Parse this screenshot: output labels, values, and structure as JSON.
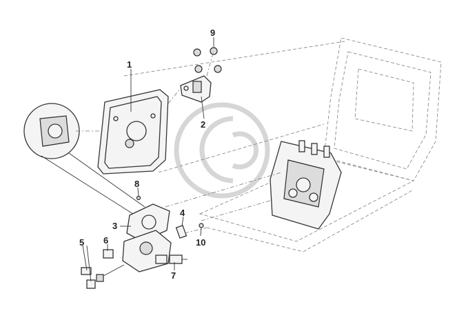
{
  "diagram": {
    "callouts": [
      {
        "id": "c1",
        "label": "1"
      },
      {
        "id": "c2",
        "label": "2"
      },
      {
        "id": "c3",
        "label": "3"
      },
      {
        "id": "c4",
        "label": "4"
      },
      {
        "id": "c5",
        "label": "5"
      },
      {
        "id": "c6",
        "label": "6"
      },
      {
        "id": "c7",
        "label": "7"
      },
      {
        "id": "c8",
        "label": "8"
      },
      {
        "id": "c9",
        "label": "9"
      },
      {
        "id": "c10",
        "label": "10"
      }
    ],
    "colors": {
      "line": "#333333",
      "ghost_line": "#8a8a8a",
      "watermark": "#d6d6d6"
    }
  }
}
